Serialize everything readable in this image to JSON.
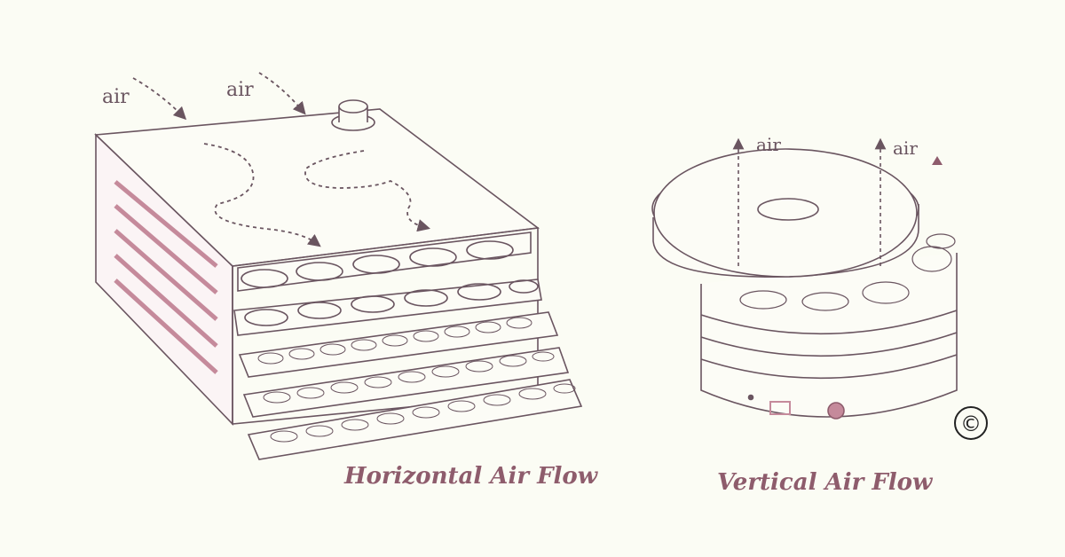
{
  "labels": {
    "left_air_1": "air",
    "left_air_2": "air",
    "right_air_1": "air",
    "right_air_2": "air"
  },
  "captions": {
    "horizontal": "Horizontal Air Flow",
    "vertical": "Vertical Air Flow"
  },
  "copyright_symbol": "©",
  "colors": {
    "background": "#fbfcf4",
    "line": "#6a5560",
    "accent": "#c58a9b",
    "caption": "#8e5c6c"
  }
}
